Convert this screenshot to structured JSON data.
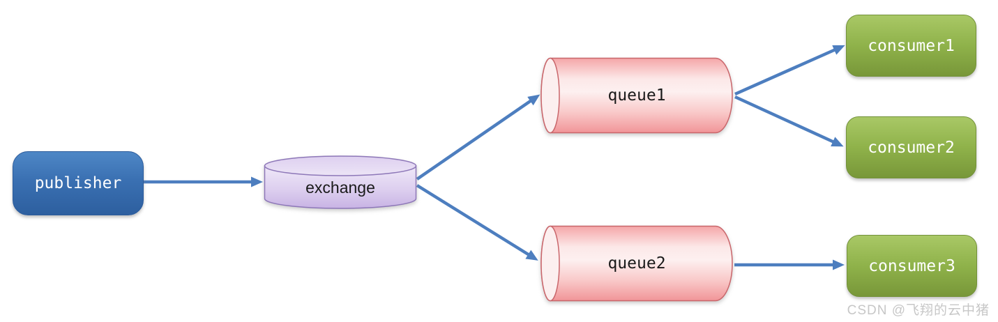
{
  "nodes": {
    "publisher": {
      "label": "publisher",
      "shape": "rounded-rect",
      "fill": "#3a70b2"
    },
    "exchange": {
      "label": "exchange",
      "shape": "cylinder-vertical",
      "fill": "#d7c6ec"
    },
    "queue1": {
      "label": "queue1",
      "shape": "cylinder-horizontal",
      "fill": "#f8c2c3"
    },
    "queue2": {
      "label": "queue2",
      "shape": "cylinder-horizontal",
      "fill": "#f8c2c3"
    },
    "consumer1": {
      "label": "consumer1",
      "shape": "rounded-rect",
      "fill": "#8fb24a"
    },
    "consumer2": {
      "label": "consumer2",
      "shape": "rounded-rect",
      "fill": "#8fb24a"
    },
    "consumer3": {
      "label": "consumer3",
      "shape": "rounded-rect",
      "fill": "#8fb24a"
    }
  },
  "edges": [
    {
      "from": "publisher",
      "to": "exchange"
    },
    {
      "from": "exchange",
      "to": "queue1"
    },
    {
      "from": "exchange",
      "to": "queue2"
    },
    {
      "from": "queue1",
      "to": "consumer1"
    },
    {
      "from": "queue1",
      "to": "consumer2"
    },
    {
      "from": "queue2",
      "to": "consumer3"
    }
  ],
  "colors": {
    "arrow": "#4d7ebf",
    "background": "#ffffff",
    "publisher_border": "#2b5b9b",
    "queue_border": "#c9666b",
    "exchange_border": "#8d77b8",
    "consumer_border": "#73913a",
    "watermark_text": "#c7c7c7"
  },
  "watermark": {
    "text": "CSDN @飞翔的云中猪"
  }
}
